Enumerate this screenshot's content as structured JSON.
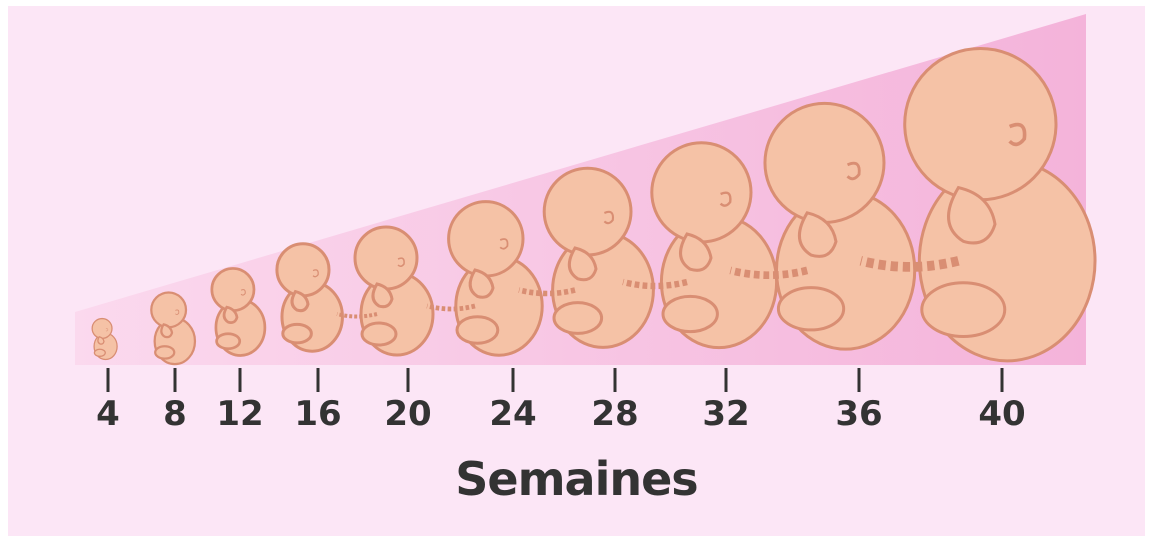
{
  "weeks": [
    "4",
    "8",
    "12",
    "16",
    "20",
    "24",
    "28",
    "32",
    "36",
    "40"
  ],
  "axis_title": "Semaines",
  "colors": {
    "background": "#fce6f6",
    "wedge": "#f4b6dc",
    "fetus_fill": "#f5c2a6",
    "fetus_stroke": "#d98e73",
    "tick": "#333333",
    "text": "#333333"
  }
}
